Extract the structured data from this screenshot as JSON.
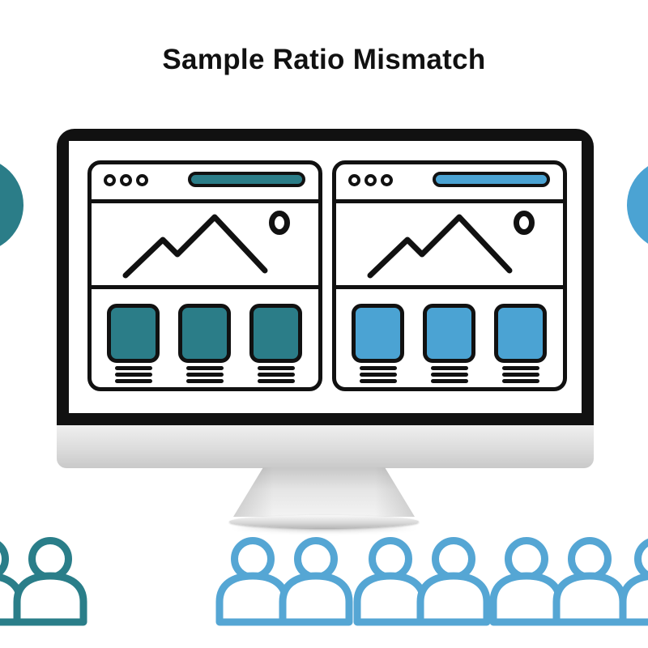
{
  "title": "Sample Ratio Mismatch",
  "illustration": {
    "outline_color": "#111111",
    "side_circles": {
      "left_color": "#2B7D88",
      "right_color": "#4BA3D3"
    },
    "monitor": {
      "screens": [
        {
          "id": "variant-a",
          "accent": "#2B7D88",
          "window_control_dots": 3,
          "content_cards": 3,
          "text_lines_per_card": 3
        },
        {
          "id": "variant-b",
          "accent": "#4BA3D3",
          "window_control_dots": 3,
          "content_cards": 3,
          "text_lines_per_card": 3
        }
      ]
    },
    "audience": {
      "left_group": {
        "color": "#2A7E89",
        "visible_people": 2
      },
      "right_group": {
        "color": "#55A6D4",
        "visible_people": 7
      }
    }
  }
}
